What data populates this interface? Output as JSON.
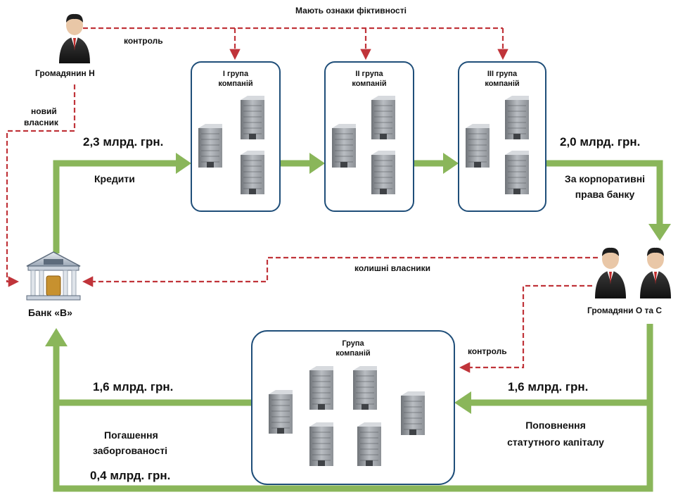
{
  "header": {
    "fictitious_signs": "Мають ознаки фіктивності"
  },
  "actors": {
    "citizen_n": "Громадянин Н",
    "citizens_o_c": "Громадяни О та С",
    "bank": "Банк «В»"
  },
  "groups": {
    "group1": [
      "I група",
      "компаній"
    ],
    "group2": [
      "II група",
      "компаній"
    ],
    "group3": [
      "III група",
      "компаній"
    ],
    "group_bottom": [
      "Група",
      "компаній"
    ]
  },
  "edges": {
    "control_top": "контроль",
    "new_owner": [
      "новий",
      "власник"
    ],
    "credits_amount": "2,3 млрд. грн.",
    "credits": "Кредити",
    "corp_rights_amount": "2,0 млрд. грн.",
    "corp_rights": [
      "За корпоративні",
      "права банку"
    ],
    "former_owners": "колишні власники",
    "control_bottom": "контроль",
    "capital_amount": "1,6 млрд. грн.",
    "capital": [
      "Поповнення",
      "статутного капіталу"
    ],
    "repay_amount": "1,6 млрд. грн.",
    "repay": [
      "Погашення",
      "заборгованості"
    ],
    "remaining_amount": "0,4 млрд. грн."
  },
  "colors": {
    "flow_arrow": "#8ab65a",
    "dashed_arrow": "#c0343a",
    "box_border": "#1f4e79"
  },
  "icons": [
    "person-icon",
    "bank-icon",
    "building-icon"
  ]
}
